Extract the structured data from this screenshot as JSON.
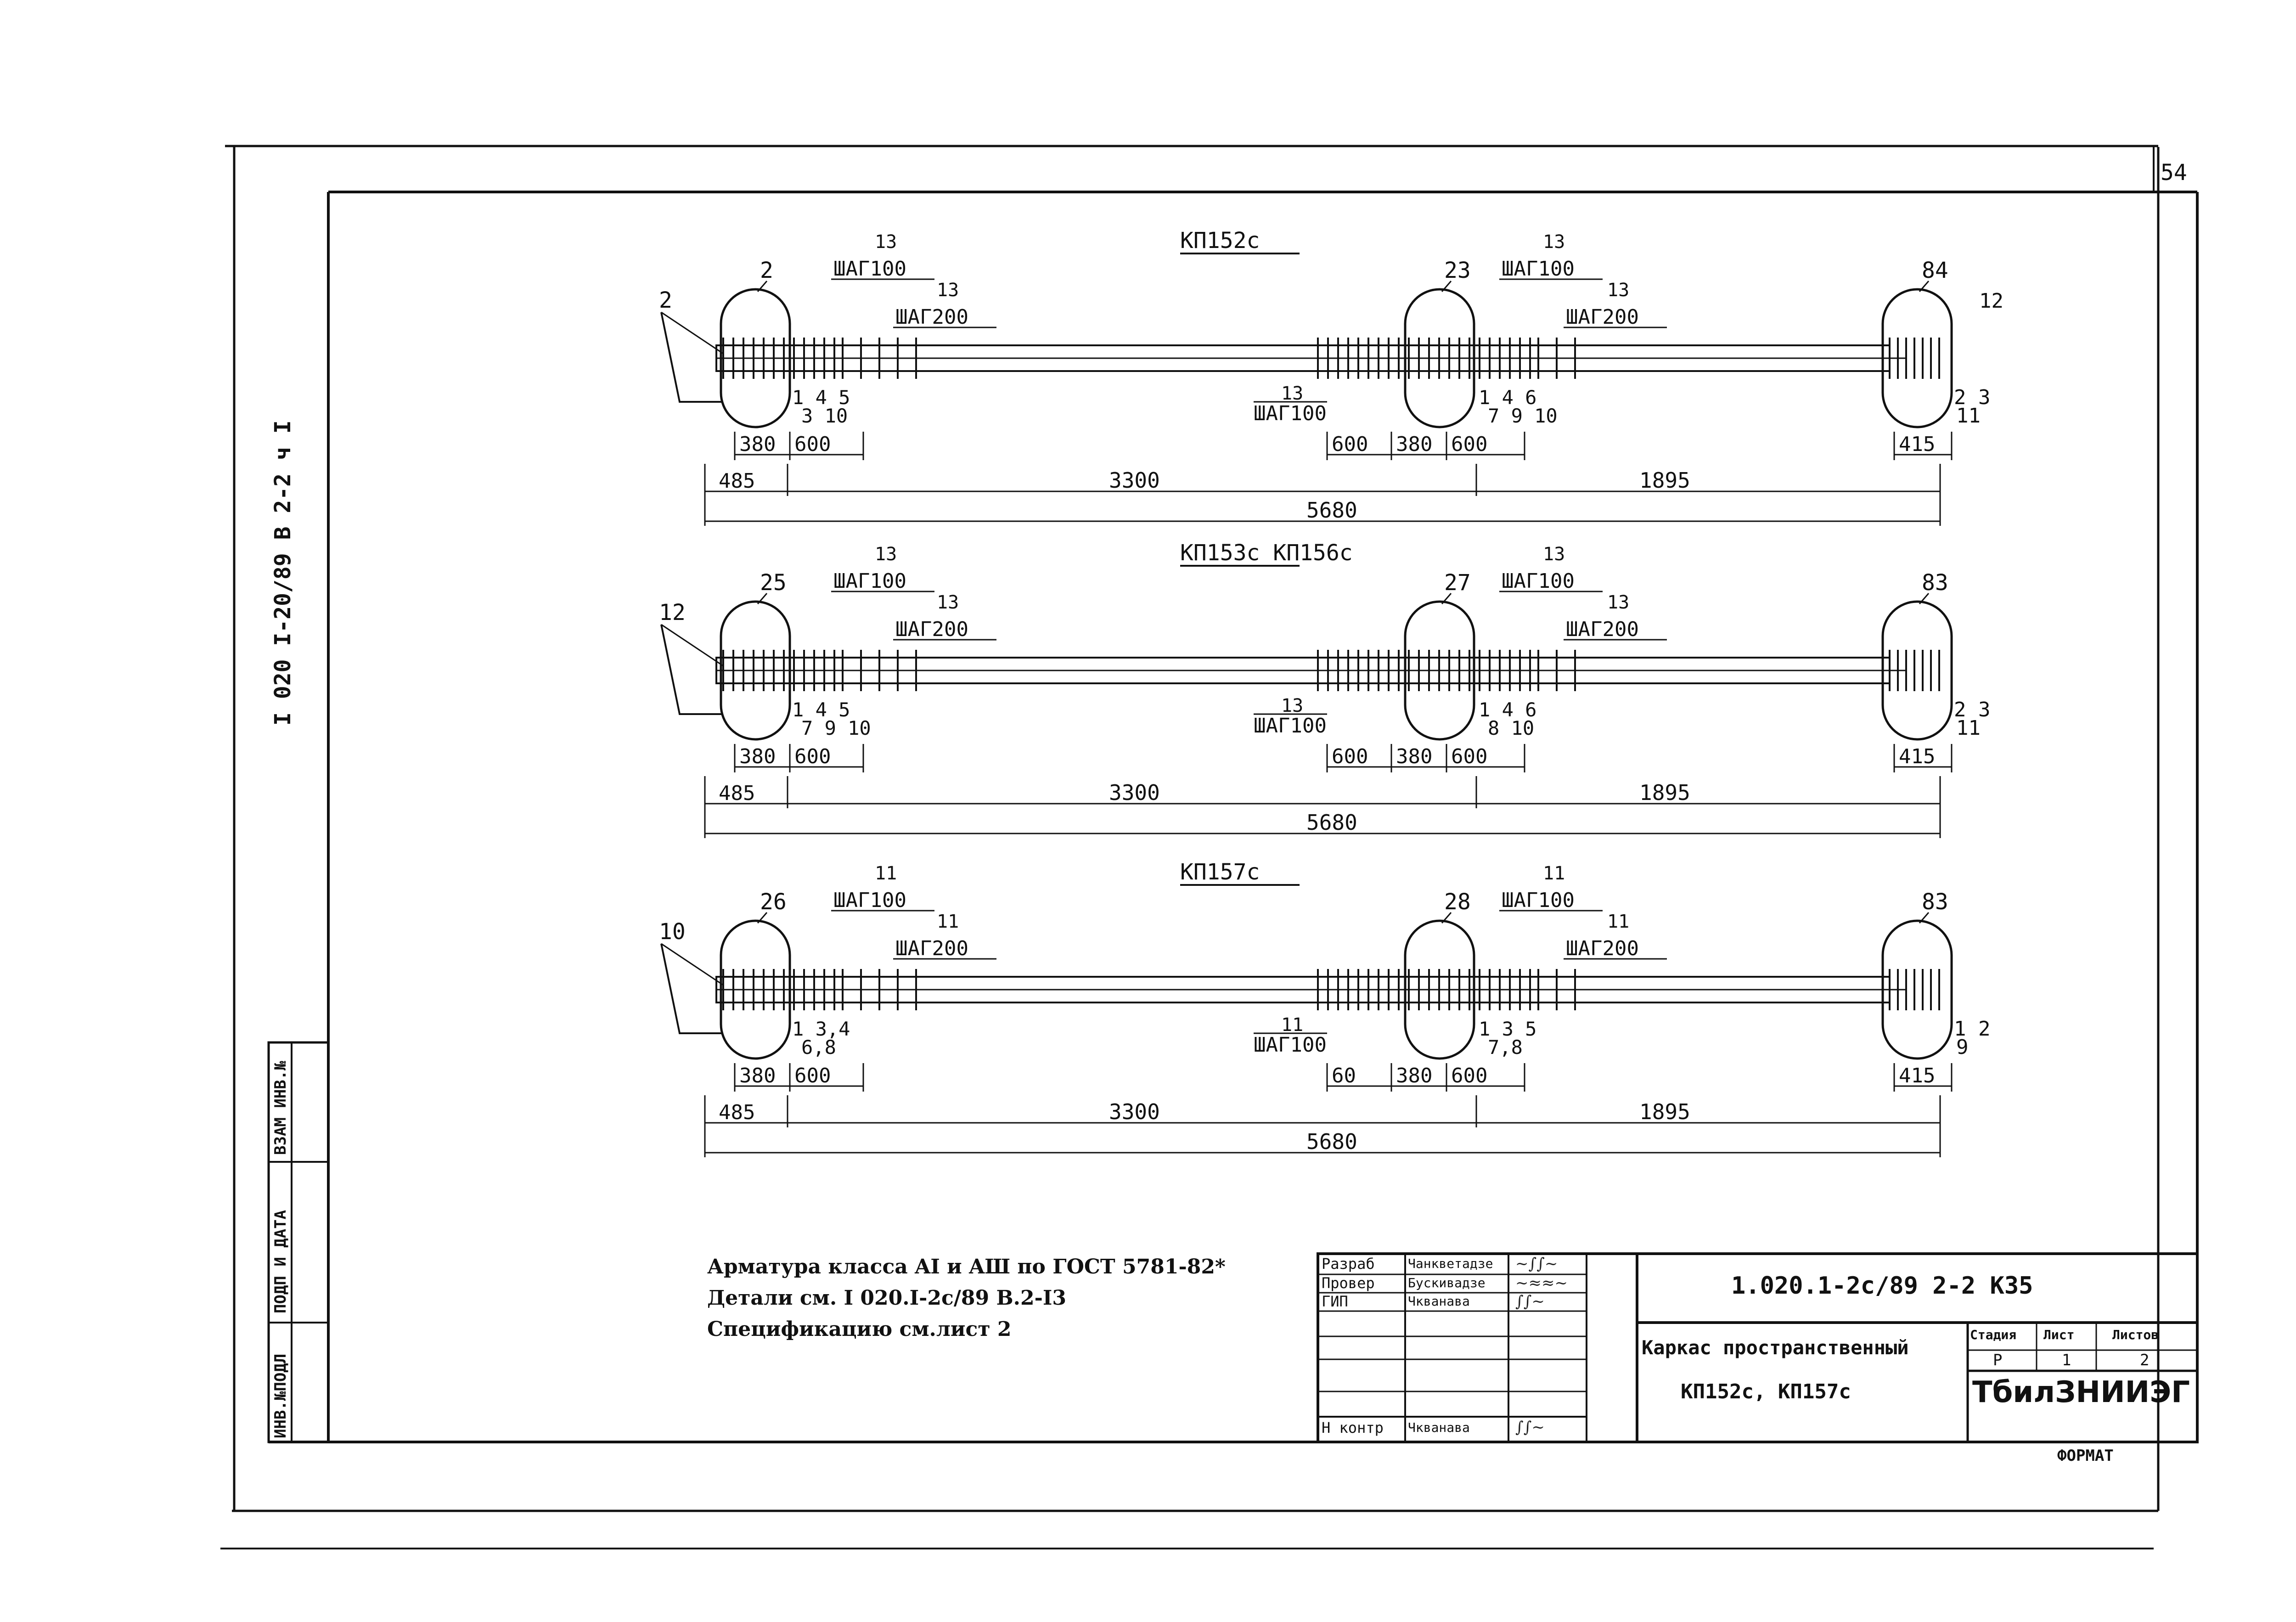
{
  "sheet_number": "54",
  "side_code": "I 020 I-20/89 В 2-2 ч I",
  "side_boxes": [
    "ВЗАМ ИНВ.№",
    "ПОДП И ДАТА",
    "ИНВ.№ПОДЛ"
  ],
  "format_label": "ФОРМАТ",
  "notes": [
    "Арматура класса AI и AШ по ГОСТ 5781-82*",
    "Детали см. I 020.I-2с/89 В.2-I3",
    "Спецификацию см.лист 2"
  ],
  "title_block": {
    "doc_code": "1.020.1-2с/89  2-2  КЗ5",
    "title_line1": "Каркас пространственный",
    "title_line2": "КП152с, КП157с",
    "stage_label": "Стадия",
    "sheet_label": "Лист",
    "sheets_label": "Листов",
    "stage_value": "Р",
    "sheet_value": "1",
    "sheets_value": "2",
    "org": "ТбилЗНИИЭГ",
    "signers": [
      {
        "role": "Разраб",
        "name": "Чанкветадзе"
      },
      {
        "role": "Провер",
        "name": "Бускивадзе"
      },
      {
        "role": "ГИП",
        "name": "Чкванава"
      },
      {
        "role": "",
        "name": ""
      },
      {
        "role": "",
        "name": ""
      },
      {
        "role": "",
        "name": ""
      },
      {
        "role": "Н контр",
        "name": "Чкванава"
      }
    ]
  },
  "frames": [
    {
      "title": "КП152с",
      "left_lead": "2",
      "left_circle": "2",
      "mid_circle": "23",
      "right_circle": "84",
      "right_lead": "12",
      "lt_pos": "13",
      "lt_step": "ШАГ100",
      "lt2_pos": "13",
      "lt2_step": "ШАГ200",
      "mid_pos": "13",
      "mid_step": "ШАГ100",
      "mid2_pos": "13",
      "mid2_step": "ШАГ200",
      "mlb_pos": "13",
      "mlb_step": "ШАГ100",
      "left_bars_a": "1  4  5",
      "left_bars_b": "3 10",
      "mid_bars_a": "1  4  6",
      "mid_bars_b": "7  9 10",
      "right_bars_a": "2  3",
      "right_bars_b": "11",
      "dims_small_left": [
        "380",
        "600"
      ],
      "dims_small_mid": [
        "600",
        "380",
        "600"
      ],
      "dims_small_right": [
        "415"
      ],
      "dims_main": [
        "485",
        "3300",
        "1895"
      ],
      "dim_total": "5680"
    },
    {
      "title": "КП153с  КП156с",
      "left_lead": "12",
      "left_circle": "25",
      "mid_circle": "27",
      "right_circle": "83",
      "right_lead": "",
      "lt_pos": "13",
      "lt_step": "ШАГ100",
      "lt2_pos": "13",
      "lt2_step": "ШАГ200",
      "mid_pos": "13",
      "mid_step": "ШАГ100",
      "mid2_pos": "13",
      "mid2_step": "ШАГ200",
      "mlb_pos": "13",
      "mlb_step": "ШАГ100",
      "left_bars_a": "1  4  5",
      "left_bars_b": "7  9 10",
      "mid_bars_a": "1  4  6",
      "mid_bars_b": "8 10",
      "right_bars_a": "2  3",
      "right_bars_b": "11",
      "dims_small_left": [
        "380",
        "600"
      ],
      "dims_small_mid": [
        "600",
        "380",
        "600"
      ],
      "dims_small_right": [
        "415"
      ],
      "dims_main": [
        "485",
        "3300",
        "1895"
      ],
      "dim_total": "5680"
    },
    {
      "title": "КП157с",
      "left_lead": "10",
      "left_circle": "26",
      "mid_circle": "28",
      "right_circle": "83",
      "right_lead": "",
      "lt_pos": "11",
      "lt_step": "ШАГ100",
      "lt2_pos": "11",
      "lt2_step": "ШАГ200",
      "mid_pos": "11",
      "mid_step": "ШАГ100",
      "mid2_pos": "11",
      "mid2_step": "ШАГ200",
      "mlb_pos": "11",
      "mlb_step": "ШАГ100",
      "left_bars_a": "1  3,4",
      "left_bars_b": "6,8",
      "mid_bars_a": "1  3  5",
      "mid_bars_b": "7,8",
      "right_bars_a": "1  2",
      "right_bars_b": "9",
      "dims_small_left": [
        "380",
        "600"
      ],
      "dims_small_mid": [
        "60",
        "380",
        "600"
      ],
      "dims_small_right": [
        "415"
      ],
      "dims_main": [
        "485",
        "3300",
        "1895"
      ],
      "dim_total": "5680"
    }
  ]
}
